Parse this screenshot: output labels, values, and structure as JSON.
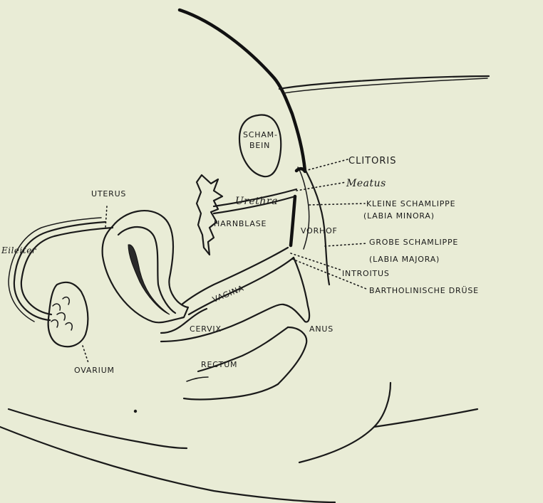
{
  "paper_color": "#e9ecd6",
  "ink_color": "#1a1a1a",
  "labels": {
    "schambein_line1": "SCHAM-",
    "schambein_line2": "BEIN",
    "clitoris": "CLITORIS",
    "meatus": "Meatus",
    "kleine_schamlippe": "KLEINE SCHAMLIPPE",
    "labia_minora": "(LABIA MINORA)",
    "urethra": "Urethra",
    "harnblase": "HARNBLASE",
    "vorhof": "VORHOF",
    "grosse_schamlippe": "GROBE SCHAMLIPPE",
    "labia_majora": "(LABIA MAJORA)",
    "uterus": "UTERUS",
    "eileiter": "Eileiter",
    "vagina": "VAGINA",
    "introitus": "INTROITUS",
    "bartholinische_druese": "BARTHOLINISCHE DRÜSE",
    "cervix": "CERVIX",
    "anus": "ANUS",
    "ovarium": "OVARIUM",
    "rectum": "RECTUM"
  }
}
